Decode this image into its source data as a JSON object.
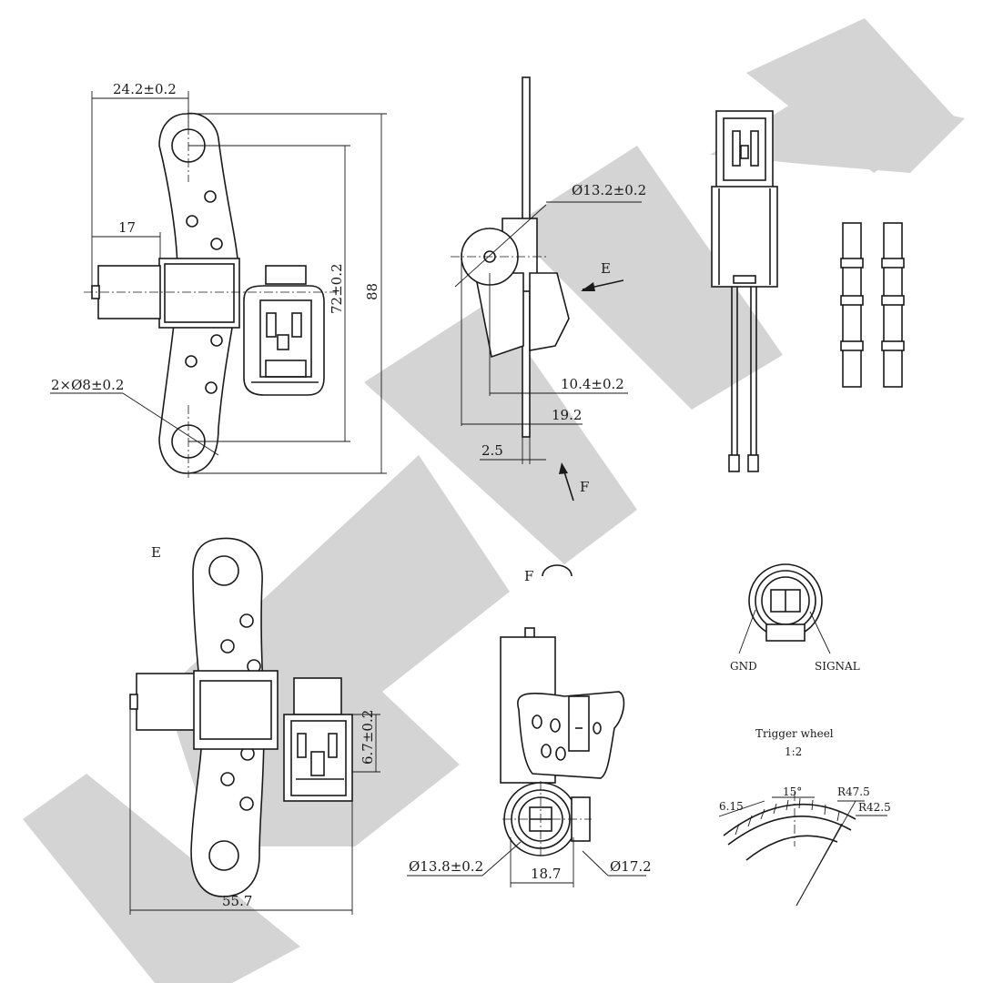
{
  "watermark": {
    "text": "YZENMEK",
    "color": "#d4d4d4"
  },
  "front_view": {
    "dim_width": "24.2±0.2",
    "dim_offset": "17",
    "dim_holes": "2×Ø8±0.2",
    "dim_hole_spacing": "72±0.2",
    "dim_height": "88"
  },
  "side_view": {
    "dim_diameter": "Ø13.2±0.2",
    "view_e": "E",
    "dim_offset1": "10.4±0.2",
    "dim_offset2": "19.2",
    "dim_thickness": "2.5",
    "view_f": "F"
  },
  "view_e_label": "E",
  "view_e_dims": {
    "connector_offset": "6.7±0.2",
    "overall_length": "55.7"
  },
  "view_f_label": "F",
  "bottom_view": {
    "dim_inner": "Ø13.8±0.2",
    "dim_width": "18.7",
    "dim_outer": "Ø17.2"
  },
  "pinout": {
    "pin1": "GND",
    "pin2": "SIGNAL"
  },
  "trigger_wheel": {
    "title": "Trigger wheel",
    "scale": "1:2",
    "tooth_dim": "6.15",
    "angle": "15°",
    "outer_radius": "R47.5",
    "inner_radius": "R42.5"
  }
}
